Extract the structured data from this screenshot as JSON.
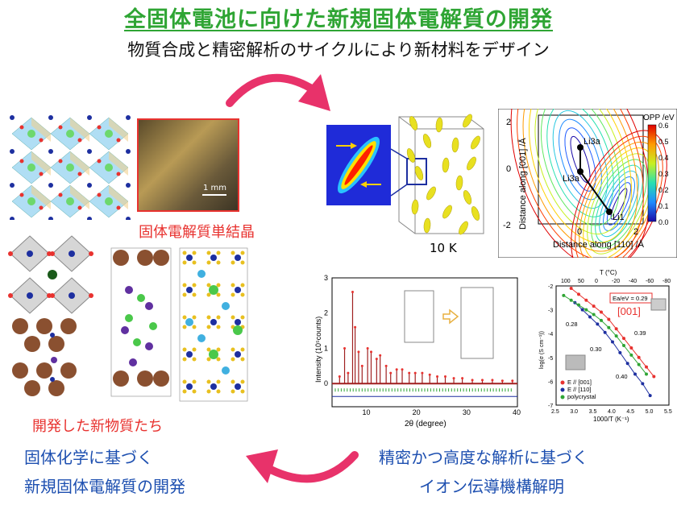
{
  "header": {
    "title": "全固体電池に向けた新規固体電解質の開発",
    "subtitle": "物質合成と精密解析のサイクルにより新材料をデザイン"
  },
  "left_panel": {
    "crystal_caption": "固体電解質単結晶",
    "photo_scale": "1 mm",
    "materials_caption": "開発した新物質たち",
    "bottom_line1": "固体化学に基づく",
    "bottom_line2": "新規固体電解質の開発"
  },
  "right_panel": {
    "density_label": "10 K",
    "bottom_line1": "精密かつ高度な解析に基づく",
    "bottom_line2": "イオン伝導機構解明"
  },
  "opp_map": {
    "ylabel": "Distance along [001] /Å",
    "xlabel": "Distance along [110] /Å",
    "yticks": [
      "2",
      "0",
      "-2"
    ],
    "xticks": [
      "0",
      "2"
    ],
    "colorbar_title": "OPP /eV",
    "colorbar_ticks": [
      "0.6",
      "0.5",
      "0.4",
      "0.3",
      "0.2",
      "0.1",
      "0.0"
    ],
    "site_labels": [
      "Li3a",
      "Li3a",
      "Li1"
    ]
  },
  "chart_data": [
    {
      "type": "line",
      "title": "",
      "xlabel": "2θ (degree)",
      "ylabel": "Intensity (10⁵counts)",
      "xlim": [
        3,
        40
      ],
      "ylim": [
        0,
        3
      ],
      "xticks": [
        "10",
        "20",
        "30",
        "40"
      ],
      "yticks": [
        "0",
        "1",
        "2",
        "3"
      ],
      "x": [
        4.5,
        5.5,
        6.2,
        7.1,
        7.6,
        8.3,
        9.0,
        10.1,
        10.8,
        11.9,
        12.6,
        13.8,
        14.7,
        15.9,
        17.0,
        18.4,
        19.6,
        21.0,
        22.5,
        24.0,
        25.6,
        27.3,
        29.0,
        31.0,
        33.0,
        35.0,
        37.0,
        39.0
      ],
      "values": [
        0.2,
        1.0,
        0.3,
        2.6,
        1.6,
        0.9,
        0.5,
        1.0,
        0.9,
        0.7,
        0.8,
        0.5,
        0.3,
        0.4,
        0.4,
        0.3,
        0.3,
        0.3,
        0.25,
        0.2,
        0.2,
        0.15,
        0.15,
        0.1,
        0.1,
        0.1,
        0.08,
        0.08
      ]
    },
    {
      "type": "scatter",
      "title": "",
      "xlabel": "1000/T (K⁻¹)",
      "ylabel": "log(σ (S cm⁻¹))",
      "top_axis_label": "T (°C)",
      "top_ticks": [
        "100",
        "50",
        "0",
        "-20",
        "-40",
        "-60",
        "-80"
      ],
      "xlim": [
        2.5,
        5.5
      ],
      "ylim": [
        -7,
        -2
      ],
      "xticks": [
        "2.5",
        "3.0",
        "3.5",
        "4.0",
        "4.5",
        "5.0",
        "5.5"
      ],
      "yticks": [
        "-2",
        "-3",
        "-4",
        "-5",
        "-6",
        "-7"
      ],
      "annotation_box": "Ea/eV = 0.29",
      "direction_label": "[001]",
      "energy_labels": [
        "0.28",
        "0.30",
        "0.39",
        "0.40"
      ],
      "series": [
        {
          "name": "E // [001]",
          "color": "#e8322f",
          "x": [
            2.9,
            3.1,
            3.3,
            3.5,
            3.7,
            3.9,
            4.1,
            4.3,
            4.5,
            4.7,
            4.9,
            5.1
          ],
          "values": [
            -2.1,
            -2.35,
            -2.6,
            -2.85,
            -3.1,
            -3.4,
            -3.8,
            -4.2,
            -4.6,
            -5.0,
            -5.4,
            -5.8
          ]
        },
        {
          "name": "E // [110]",
          "color": "#1d2fa0",
          "x": [
            3.0,
            3.2,
            3.4,
            3.6,
            3.8,
            4.0,
            4.2,
            4.4,
            4.6,
            4.8,
            5.0
          ],
          "values": [
            -2.7,
            -3.0,
            -3.3,
            -3.6,
            -3.95,
            -4.35,
            -4.8,
            -5.25,
            -5.7,
            -6.1,
            -6.6
          ]
        },
        {
          "name": "polycrystal",
          "color": "#2fa534",
          "x": [
            2.7,
            2.9,
            3.1,
            3.3,
            3.5,
            3.7,
            3.9,
            4.1,
            4.3,
            4.5,
            4.7,
            4.9
          ],
          "values": [
            -2.4,
            -2.6,
            -2.8,
            -3.0,
            -3.2,
            -3.45,
            -3.75,
            -4.1,
            -4.5,
            -4.9,
            -5.3,
            -5.7
          ]
        }
      ]
    }
  ]
}
